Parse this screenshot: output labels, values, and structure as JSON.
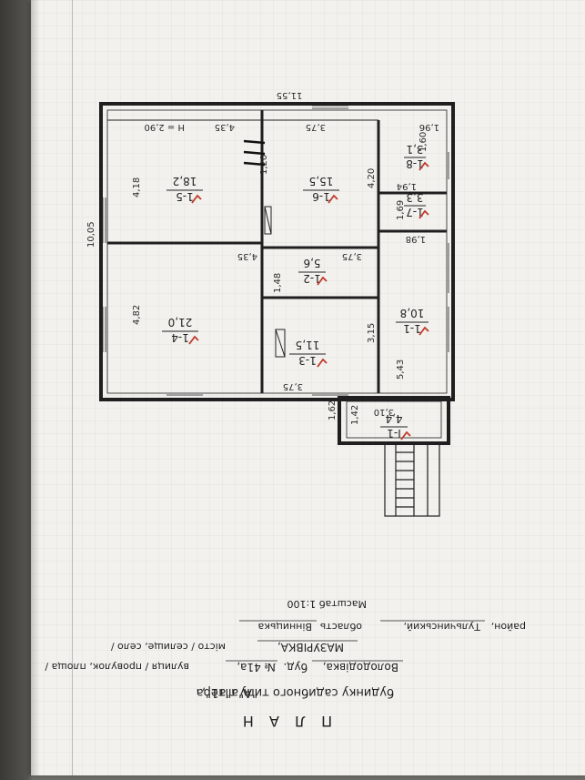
{
  "header": {
    "title": "П Л А Н",
    "subtitle_prefix": "будинку садибного типу літера",
    "subtitle_letters": "\"А\"а\"а1\",",
    "street_value": "Волододівка,",
    "bud_label": "буд.",
    "bud_value": "№ 41а,",
    "street_caption": "вулиця / провулок, площа /",
    "village_value": "МАЗУРІВКА,",
    "village_caption": "місто / селище, село /",
    "district_caption": "район,",
    "district_value": "Тульчинський,",
    "oblast_caption": "область",
    "oblast_value": "Вінницька",
    "scale": "Масштаб 1:100"
  },
  "plan": {
    "overall_width": "11,55",
    "overall_depth": "10,05",
    "height_note": "H = 2,90",
    "dims": [
      "4,35",
      "3,75",
      "1,96",
      "1,60",
      "1,94",
      "1,69",
      "1,98",
      "4,18",
      "4,20",
      "1,20",
      "4,35",
      "3,75",
      "1,48",
      "4,82",
      "3,15",
      "5,43",
      "3,75",
      "3,10",
      "1,42",
      "1,62"
    ],
    "rooms": [
      {
        "id": "1-8",
        "area": "3,1"
      },
      {
        "id": "1-7",
        "area": "3,3"
      },
      {
        "id": "1-6",
        "area": "15,5"
      },
      {
        "id": "1-5",
        "area": "18,2"
      },
      {
        "id": "1-2",
        "area": "5,6"
      },
      {
        "id": "1-1",
        "area": "10,8"
      },
      {
        "id": "1-3",
        "area": "11,5"
      },
      {
        "id": "1-4",
        "area": "21,0"
      },
      {
        "id": "I-1",
        "area": "4,4"
      }
    ]
  },
  "colors": {
    "ink": "#1f1f1f",
    "red_pen": "#c0392b"
  }
}
